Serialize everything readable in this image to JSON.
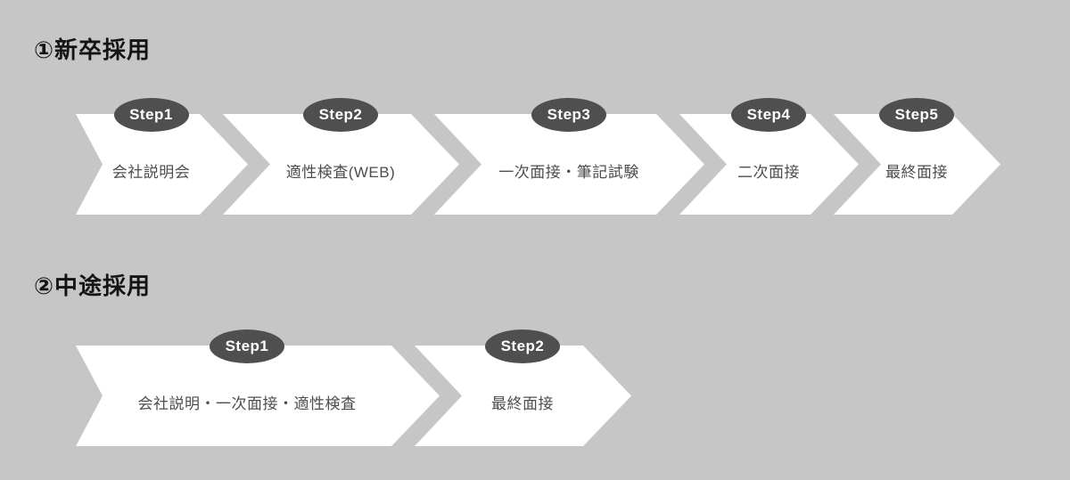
{
  "colors": {
    "background": "#c6c6c6",
    "arrow": "#ffffff",
    "badge": "#4f4f4f",
    "label": "#4d4d4d",
    "title": "#141414"
  },
  "sections": [
    {
      "title": "①新卒採用",
      "steps": [
        {
          "badge": "Step1",
          "label": "会社説明会"
        },
        {
          "badge": "Step2",
          "label": "適性検査(WEB)"
        },
        {
          "badge": "Step3",
          "label": "一次面接・筆記試験"
        },
        {
          "badge": "Step4",
          "label": "二次面接"
        },
        {
          "badge": "Step5",
          "label": "最終面接"
        }
      ]
    },
    {
      "title": "②中途採用",
      "steps": [
        {
          "badge": "Step1",
          "label": "会社説明・一次面接・適性検査"
        },
        {
          "badge": "Step2",
          "label": "最終面接"
        }
      ]
    }
  ]
}
